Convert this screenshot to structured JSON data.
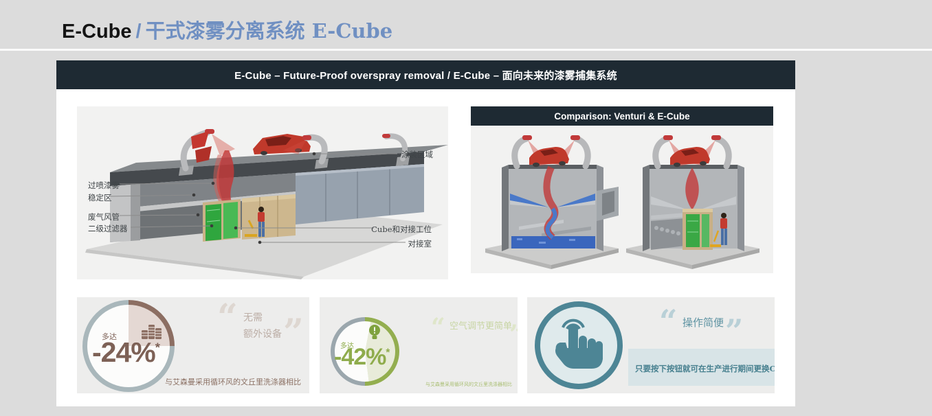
{
  "header": {
    "title_primary": "E-Cube",
    "title_separator": "/",
    "title_secondary": "干式漆雾分离系统 E-Cube"
  },
  "banner": {
    "title": "E-Cube – Future-Proof overspray removal / E-Cube – 面向未来的漆雾捕集系统"
  },
  "booth_figure": {
    "labels_left": [
      {
        "text": "过喷漆雾"
      },
      {
        "text": "稳定区"
      },
      {
        "text": "废气风管"
      },
      {
        "text": "二级过滤器"
      }
    ],
    "labels_right": [
      {
        "text": "涂装区域"
      },
      {
        "text": "Cube和对接工位"
      },
      {
        "text": "对接室"
      }
    ]
  },
  "comparison": {
    "title": "Comparison: Venturi & E-Cube"
  },
  "cards": {
    "cost": {
      "prefix": "多达",
      "value": "-24%",
      "asterisk": "*",
      "quote_open": "“",
      "quote_close": "”",
      "quote_line1": "无需",
      "quote_line2": "额外设备",
      "footnote": "与艾森曼采用循环风的文丘里洗涤器相比",
      "accent": "#7d6156"
    },
    "air": {
      "prefix": "多达",
      "value": "-42%",
      "asterisk": "*",
      "quote_open": "“",
      "quote_close": "”",
      "quote": "空气调节更简单",
      "footnote": "与艾森曼采用循环风的文丘里洗涤器相比",
      "accent": "#8fac4c"
    },
    "operation": {
      "quote_open": "“",
      "quote_close": "”",
      "quote": "操作简便",
      "note": "只要按下按钮就可在生产进行期间更换Cube",
      "accent": "#4d8595"
    }
  },
  "icons": {
    "coins": "coins-icon",
    "lightbulb": "lightbulb-icon",
    "touch_hand": "touch-hand-icon"
  },
  "colors": {
    "page_bg": "#dcdcdc",
    "banner_bg": "#1e2a33",
    "title_blue": "#7090c2",
    "figure_bg": "#f2f2f1"
  }
}
